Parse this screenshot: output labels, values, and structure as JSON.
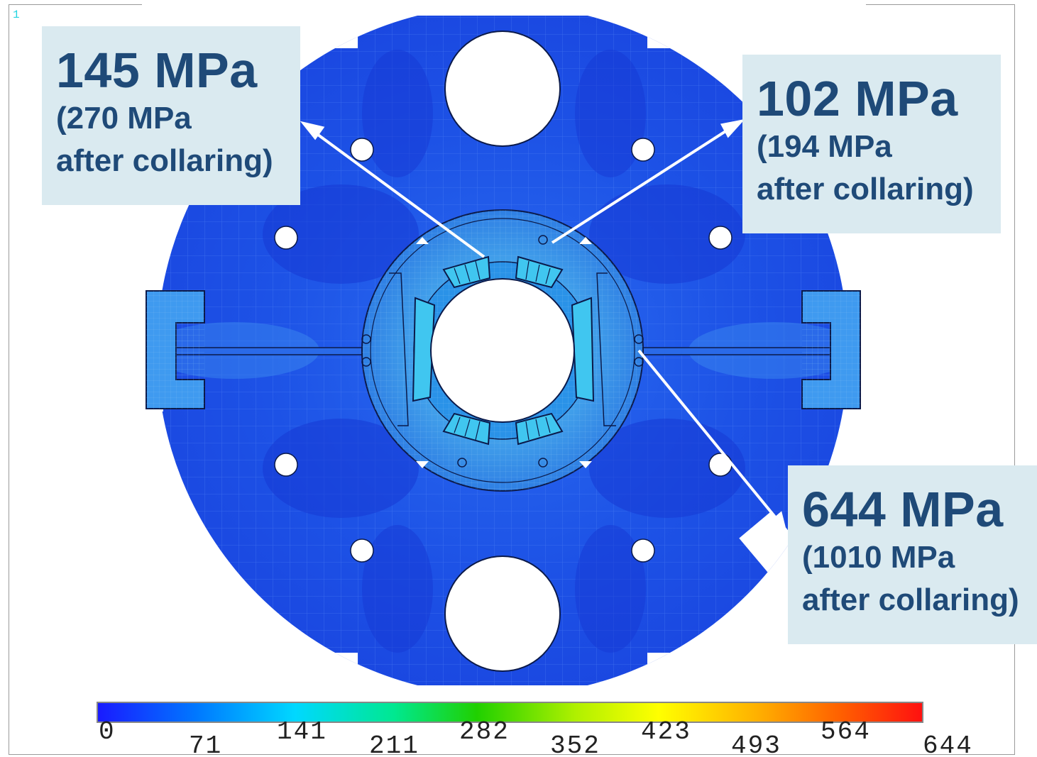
{
  "panel_number": "1",
  "callouts": [
    {
      "value": "145 MPa",
      "line2": "(270 MPa",
      "line3": "after collaring)"
    },
    {
      "value": "102 MPa",
      "line2": "(194 MPa",
      "line3": "after collaring)"
    },
    {
      "value": "644 MPa",
      "line2": "(1010 MPa",
      "line3": "after collaring)"
    }
  ],
  "colorbar": {
    "ticks": [
      "0",
      "71",
      "141",
      "211",
      "282",
      "352",
      "423",
      "493",
      "564",
      "644"
    ],
    "colors": [
      "#1a1aff",
      "#0078ff",
      "#00d8ff",
      "#00e890",
      "#20d000",
      "#b0f000",
      "#ffff00",
      "#ffb000",
      "#ff6000",
      "#ff1010"
    ]
  },
  "colors": {
    "background": "#ffffff",
    "callout_fill": "#daeaf0",
    "callout_text": "#1f4a78",
    "iron_fill": "#1e4fe8",
    "collar_fill": "#3a8fe6",
    "arrow": "#ffffff"
  }
}
